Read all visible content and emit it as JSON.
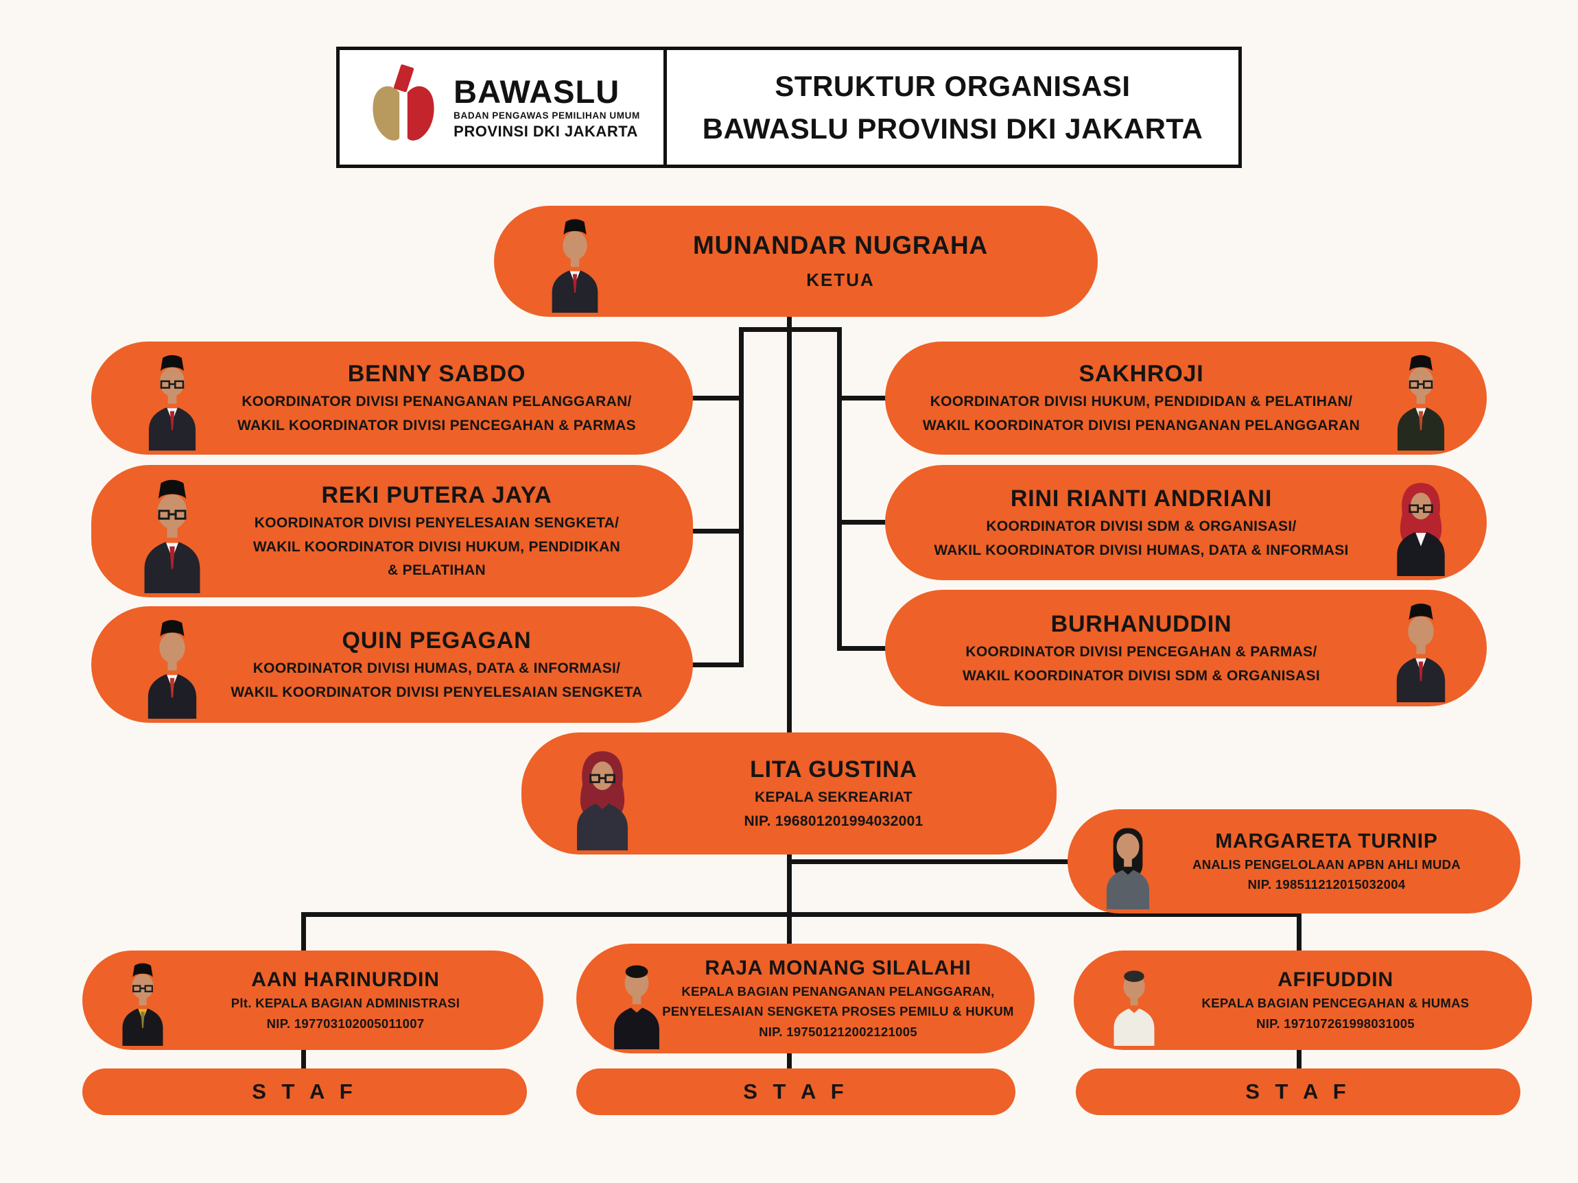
{
  "header": {
    "logo": {
      "brand": "BAWASLU",
      "sub": "BADAN PENGAWAS PEMILIHAN UMUM",
      "region": "PROVINSI DKI JAKARTA"
    },
    "title_line1": "STRUKTUR ORGANISASI",
    "title_line2": "BAWASLU PROVINSI DKI JAKARTA"
  },
  "colors": {
    "accent_orange": "#ee6128",
    "line_black": "#141414",
    "logo_red": "#c4242c",
    "logo_gold": "#b99a5e"
  },
  "nodes": {
    "ketua": {
      "name": "MUNANDAR NUGRAHA",
      "lines": [
        "KETUA"
      ]
    },
    "benny": {
      "name": "BENNY SABDO",
      "lines": [
        "KOORDINATOR DIVISI PENANGANAN PELANGGARAN/",
        "WAKIL KOORDINATOR DIVISI PENCEGAHAN & PARMAS"
      ]
    },
    "reki": {
      "name": "REKI PUTERA JAYA",
      "lines": [
        "KOORDINATOR DIVISI PENYELESAIAN SENGKETA/",
        "WAKIL KOORDINATOR DIVISI HUKUM, PENDIDIKAN",
        "& PELATIHAN"
      ]
    },
    "quin": {
      "name": "QUIN PEGAGAN",
      "lines": [
        "KOORDINATOR DIVISI HUMAS, DATA & INFORMASI/",
        "WAKIL KOORDINATOR DIVISI PENYELESAIAN SENGKETA"
      ]
    },
    "sakhroji": {
      "name": "SAKHROJI",
      "lines": [
        "KOORDINATOR DIVISI HUKUM, PENDIDIDAN & PELATIHAN/",
        "WAKIL KOORDINATOR DIVISI PENANGANAN PELANGGARAN"
      ]
    },
    "rini": {
      "name": "RINI RIANTI ANDRIANI",
      "lines": [
        "KOORDINATOR DIVISI SDM & ORGANISASI/",
        "WAKIL KOORDINATOR DIVISI HUMAS, DATA & INFORMASI"
      ]
    },
    "burhanuddin": {
      "name": "BURHANUDDIN",
      "lines": [
        "KOORDINATOR DIVISI PENCEGAHAN & PARMAS/",
        "WAKIL KOORDINATOR DIVISI SDM & ORGANISASI"
      ]
    },
    "lita": {
      "name": "LITA GUSTINA",
      "lines": [
        "KEPALA SEKREARIAT",
        "NIP. 196801201994032001"
      ]
    },
    "margareta": {
      "name": "MARGARETA TURNIP",
      "lines": [
        "ANALIS PENGELOLAAN APBN AHLI MUDA",
        "NIP. 198511212015032004"
      ]
    },
    "aan": {
      "name": "AAN HARINURDIN",
      "lines": [
        "Plt. KEPALA BAGIAN ADMINISTRASI",
        "NIP. 197703102005011007"
      ]
    },
    "raja": {
      "name": "RAJA MONANG SILALAHI",
      "lines": [
        "KEPALA BAGIAN PENANGANAN PELANGGARAN,",
        "PENYELESAIAN SENGKETA PROSES PEMILU & HUKUM",
        "NIP. 197501212002121005"
      ]
    },
    "afifuddin": {
      "name": "AFIFUDDIN",
      "lines": [
        "KEPALA BAGIAN PENCEGAHAN & HUMAS",
        "NIP. 197107261998031005"
      ]
    }
  },
  "staf_label": "S T A F"
}
